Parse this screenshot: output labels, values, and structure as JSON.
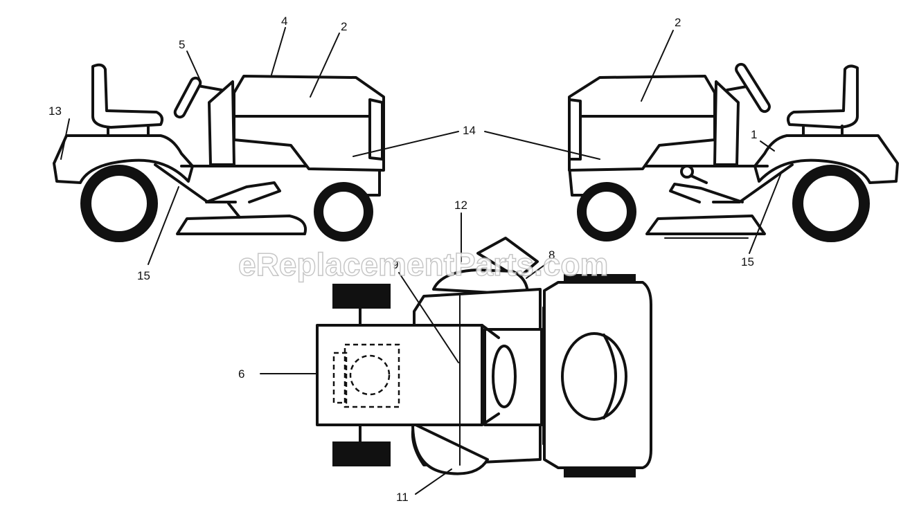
{
  "watermark": "eReplacementParts.com",
  "callouts": {
    "c13": "13",
    "c5": "5",
    "c4": "4",
    "c2_left": "2",
    "c15_left": "15",
    "c14": "14",
    "c2_right": "2",
    "c1": "1",
    "c15_right": "15",
    "c12": "12",
    "c9": "9",
    "c8": "8",
    "c6": "6",
    "c11": "11"
  }
}
